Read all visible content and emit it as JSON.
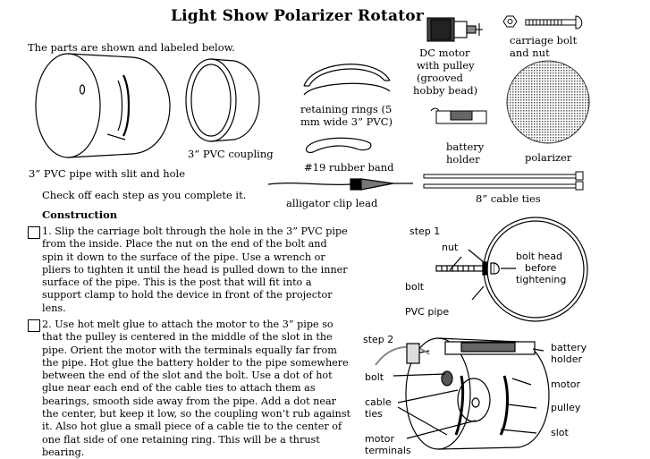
{
  "title": "Light Show Polarizer Rotator",
  "intro": "The parts are shown and labeled below.",
  "parts": {
    "pipe": "3” PVC pipe with slit and hole",
    "coupling": "3” PVC coupling",
    "retaining_rings": [
      "retaining rings (5",
      "mm wide 3” PVC)"
    ],
    "rubber_band": "#19 rubber band",
    "alligator": "alligator clip lead",
    "motor": [
      "DC motor",
      "with pulley",
      "(grooved",
      "hobby bead)"
    ],
    "bolt": [
      "carriage bolt",
      "and nut"
    ],
    "battery_holder": [
      "battery",
      "holder"
    ],
    "polarizer": "polarizer",
    "cable_ties": "8” cable ties"
  },
  "checkoff": "Check off each step as you complete it.",
  "construction_heading": "Construction",
  "steps": [
    {
      "lines": [
        "1.  Slip the carriage bolt through the hole in the 3” PVC pipe",
        "from the inside.  Place the nut on the end of the bolt and",
        "spin it down to the surface of the pipe.  Use a wrench or",
        "pliers to tighten it until the head is pulled down to the inner",
        "surface of the pipe.  This is the post that will fit into a",
        "support clamp to hold the device in front of the projector",
        "lens."
      ]
    },
    {
      "lines": [
        "2.  Use hot melt glue to attach the motor to the 3” pipe so",
        "that the  pulley is centered in the middle of the slot in the",
        "pipe.  Orient the motor with the terminals equally far from",
        "the pipe.  Hot glue the battery holder to the pipe somewhere",
        "between the end of the slot and the bolt.  Use a dot of hot",
        "glue near each end of the cable ties to attach them as",
        "bearings, smooth side  away from the pipe.  Add a dot near",
        "the center, but keep it low, so the coupling won’t rub against",
        "it.  Also hot glue a small piece of a cable tie to the center of",
        "one  flat side of one retaining ring.  This will be a thrust",
        "bearing."
      ]
    }
  ],
  "step1_fig": {
    "label": "step 1",
    "nut": "nut",
    "bolt": "bolt",
    "pvc": "PVC pipe",
    "head": [
      "bolt head",
      "before",
      "tightening"
    ]
  },
  "step2_fig": {
    "label": "step 2",
    "bolt": "bolt",
    "cable_ties": [
      "cable",
      "ties"
    ],
    "motor_terminals": [
      "motor",
      "terminals"
    ],
    "battery_holder": [
      "battery",
      "holder"
    ],
    "motor": "motor",
    "pulley": "pulley",
    "slot": "slot"
  }
}
